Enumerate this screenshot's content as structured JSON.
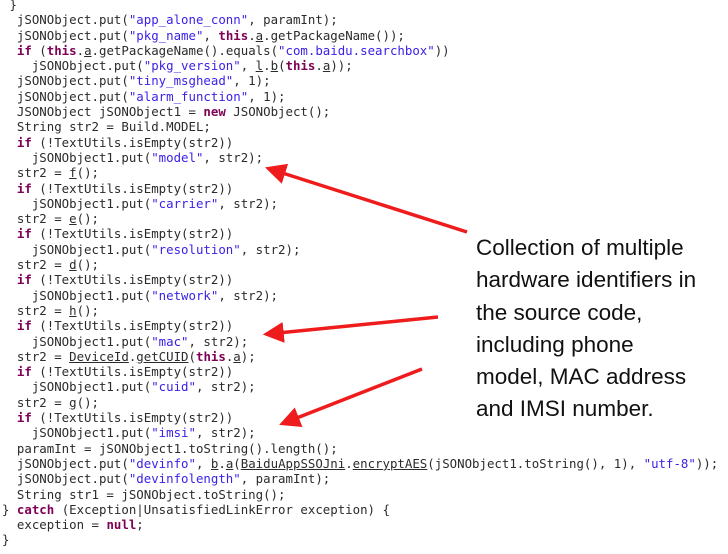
{
  "code_lines": [
    [
      [
        " }",
        ""
      ]
    ],
    [
      [
        "  jSONObject.put(",
        ""
      ],
      [
        "\"app_alone_conn\"",
        "s"
      ],
      [
        ", paramInt);",
        ""
      ]
    ],
    [
      [
        "  jSONObject.put(",
        ""
      ],
      [
        "\"pkg_name\"",
        "s"
      ],
      [
        ", ",
        ""
      ],
      [
        "this",
        "k"
      ],
      [
        ".",
        ""
      ],
      [
        "a",
        "u"
      ],
      [
        ".getPackageName());",
        ""
      ]
    ],
    [
      [
        "  ",
        ""
      ],
      [
        "if",
        "k"
      ],
      [
        " (",
        ""
      ],
      [
        "this",
        "k"
      ],
      [
        ".",
        ""
      ],
      [
        "a",
        "u"
      ],
      [
        ".getPackageName().equals(",
        ""
      ],
      [
        "\"com.baidu.searchbox\"",
        "s"
      ],
      [
        "))",
        ""
      ]
    ],
    [
      [
        "    jSONObject.put(",
        ""
      ],
      [
        "\"pkg_version\"",
        "s"
      ],
      [
        ", ",
        ""
      ],
      [
        "l",
        "u"
      ],
      [
        ".",
        ""
      ],
      [
        "b",
        "u"
      ],
      [
        "(",
        ""
      ],
      [
        "this",
        "k"
      ],
      [
        ".",
        ""
      ],
      [
        "a",
        "u"
      ],
      [
        "));",
        ""
      ]
    ],
    [
      [
        "  jSONObject.put(",
        ""
      ],
      [
        "\"tiny_msghead\"",
        "s"
      ],
      [
        ", 1);",
        ""
      ]
    ],
    [
      [
        "  jSONObject.put(",
        ""
      ],
      [
        "\"alarm_function\"",
        "s"
      ],
      [
        ", 1);",
        ""
      ]
    ],
    [
      [
        "  JSONObject jSONObject1 = ",
        ""
      ],
      [
        "new",
        "k"
      ],
      [
        " JSONObject();",
        ""
      ]
    ],
    [
      [
        "  String str2 = Build.MODEL;",
        ""
      ]
    ],
    [
      [
        "  ",
        ""
      ],
      [
        "if",
        "k"
      ],
      [
        " (!TextUtils.isEmpty(str2))",
        ""
      ]
    ],
    [
      [
        "    jSONObject1.put(",
        ""
      ],
      [
        "\"model\"",
        "s"
      ],
      [
        ", str2);",
        ""
      ]
    ],
    [
      [
        "  str2 = ",
        ""
      ],
      [
        "f",
        "u"
      ],
      [
        "();",
        ""
      ]
    ],
    [
      [
        "  ",
        ""
      ],
      [
        "if",
        "k"
      ],
      [
        " (!TextUtils.isEmpty(str2))",
        ""
      ]
    ],
    [
      [
        "    jSONObject1.put(",
        ""
      ],
      [
        "\"carrier\"",
        "s"
      ],
      [
        ", str2);",
        ""
      ]
    ],
    [
      [
        "  str2 = ",
        ""
      ],
      [
        "e",
        "u"
      ],
      [
        "();",
        ""
      ]
    ],
    [
      [
        "  ",
        ""
      ],
      [
        "if",
        "k"
      ],
      [
        " (!TextUtils.isEmpty(str2))",
        ""
      ]
    ],
    [
      [
        "    jSONObject1.put(",
        ""
      ],
      [
        "\"resolution\"",
        "s"
      ],
      [
        ", str2);",
        ""
      ]
    ],
    [
      [
        "  str2 = ",
        ""
      ],
      [
        "d",
        "u"
      ],
      [
        "();",
        ""
      ]
    ],
    [
      [
        "  ",
        ""
      ],
      [
        "if",
        "k"
      ],
      [
        " (!TextUtils.isEmpty(str2))",
        ""
      ]
    ],
    [
      [
        "    jSONObject1.put(",
        ""
      ],
      [
        "\"network\"",
        "s"
      ],
      [
        ", str2);",
        ""
      ]
    ],
    [
      [
        "  str2 = ",
        ""
      ],
      [
        "h",
        "u"
      ],
      [
        "();",
        ""
      ]
    ],
    [
      [
        "  ",
        ""
      ],
      [
        "if",
        "k"
      ],
      [
        " (!TextUtils.isEmpty(str2))",
        ""
      ]
    ],
    [
      [
        "    jSONObject1.put(",
        ""
      ],
      [
        "\"mac\"",
        "s"
      ],
      [
        ", str2);",
        ""
      ]
    ],
    [
      [
        "  str2 = ",
        ""
      ],
      [
        "DeviceId",
        "u"
      ],
      [
        ".",
        ""
      ],
      [
        "getCUID",
        "u"
      ],
      [
        "(",
        ""
      ],
      [
        "this",
        "k"
      ],
      [
        ".",
        ""
      ],
      [
        "a",
        "u"
      ],
      [
        ");",
        ""
      ]
    ],
    [
      [
        "  ",
        ""
      ],
      [
        "if",
        "k"
      ],
      [
        " (!TextUtils.isEmpty(str2))",
        ""
      ]
    ],
    [
      [
        "    jSONObject1.put(",
        ""
      ],
      [
        "\"cuid\"",
        "s"
      ],
      [
        ", str2);",
        ""
      ]
    ],
    [
      [
        "  str2 = ",
        ""
      ],
      [
        "g",
        "u"
      ],
      [
        "();",
        ""
      ]
    ],
    [
      [
        "  ",
        ""
      ],
      [
        "if",
        "k"
      ],
      [
        " (!TextUtils.isEmpty(str2))",
        ""
      ]
    ],
    [
      [
        "    jSONObject1.put(",
        ""
      ],
      [
        "\"imsi\"",
        "s"
      ],
      [
        ", str2);",
        ""
      ]
    ],
    [
      [
        "  paramInt = jSONObject1.toString().length();",
        ""
      ]
    ],
    [
      [
        "  jSONObject.put(",
        ""
      ],
      [
        "\"devinfo\"",
        "s"
      ],
      [
        ", ",
        ""
      ],
      [
        "b",
        "u"
      ],
      [
        ".",
        ""
      ],
      [
        "a",
        "u"
      ],
      [
        "(",
        ""
      ],
      [
        "BaiduAppSSOJni",
        "u"
      ],
      [
        ".",
        ""
      ],
      [
        "encryptAES",
        "u"
      ],
      [
        "(jSONObject1.toString(), 1), ",
        ""
      ],
      [
        "\"utf-8\"",
        "s"
      ],
      [
        "));",
        ""
      ]
    ],
    [
      [
        "  jSONObject.put(",
        ""
      ],
      [
        "\"devinfolength\"",
        "s"
      ],
      [
        ", paramInt);",
        ""
      ]
    ],
    [
      [
        "  String str1 = jSONObject.toString();",
        ""
      ]
    ],
    [
      [
        "} ",
        ""
      ],
      [
        "catch",
        "k"
      ],
      [
        " (Exception|UnsatisfiedLinkError exception) {",
        ""
      ]
    ],
    [
      [
        "  exception = ",
        ""
      ],
      [
        "null",
        "k"
      ],
      [
        ";",
        ""
      ]
    ],
    [
      [
        "}",
        ""
      ]
    ]
  ],
  "annotation": {
    "lines": [
      "Collection of multiple",
      "hardware identifiers in",
      "the source code,",
      "including phone",
      "model, MAC address",
      "and IMSI number."
    ],
    "arrow_color": "#ee1c1c"
  }
}
